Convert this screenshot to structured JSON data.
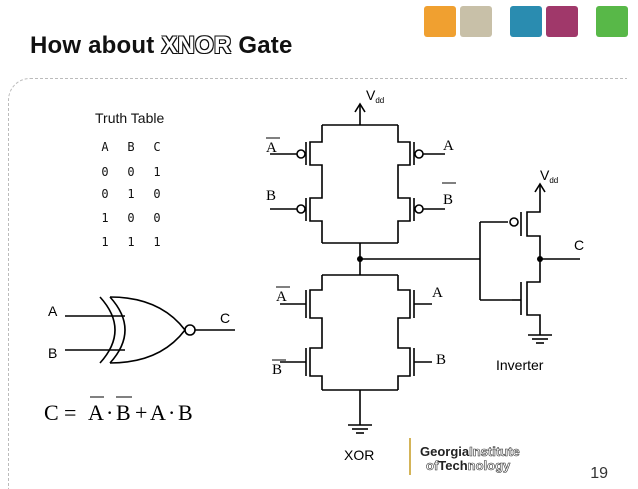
{
  "slide": {
    "title_prefix": "How about ",
    "title_emph": "XNOR",
    "title_suffix": " Gate",
    "page_number": "19"
  },
  "truth_table": {
    "title": "Truth Table",
    "headers": [
      "A",
      "B",
      "C"
    ],
    "rows": [
      [
        "0",
        "0",
        "1"
      ],
      [
        "0",
        "1",
        "0"
      ],
      [
        "1",
        "0",
        "0"
      ],
      [
        "1",
        "1",
        "1"
      ]
    ]
  },
  "gate_symbol": {
    "input_a": "A",
    "input_b": "B",
    "output": "C"
  },
  "equation": {
    "lhs": "C",
    "eq": "=",
    "a": "A",
    "dot1": "·",
    "b": "B",
    "plus": "+",
    "a2": "A",
    "dot2": "·",
    "b2": "B"
  },
  "circuit": {
    "vdd_main": "V",
    "vdd_main_sub": "dd",
    "vdd_inv": "V",
    "vdd_inv_sub": "dd",
    "pmos_left_top": "A",
    "pmos_right_top": "A",
    "pmos_left_bottom": "B",
    "pmos_right_bottom": "B",
    "nmos_left_top": "A",
    "nmos_right_top": "A",
    "nmos_left_bottom": "B",
    "nmos_right_bottom": "B",
    "output": "C",
    "xor_label": "XOR",
    "inverter_label": "Inverter"
  },
  "logo": {
    "line1_a": "Georgia",
    "line1_b": "Institute",
    "line2_a": "of",
    "line2_b": "Tech",
    "line2_c": "nology"
  },
  "colors": {
    "tile_1": "#f0a030",
    "tile_2": "#c8c0a8",
    "tile_3": "#2a8cb0",
    "tile_4": "#a0386a",
    "tile_5": "#58b848"
  }
}
